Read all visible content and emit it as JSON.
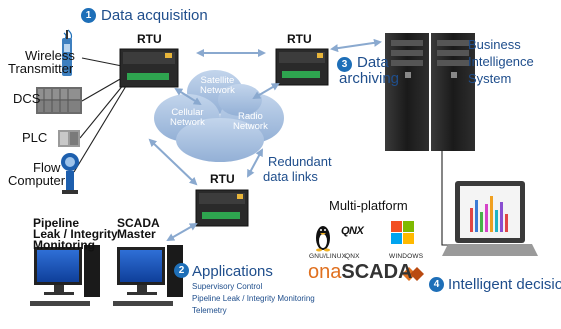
{
  "steps": {
    "s1": {
      "num": "1",
      "label": "Data acquisition"
    },
    "s2": {
      "num": "2",
      "label": "Applications"
    },
    "s3": {
      "num": "3",
      "label_line1": "Data",
      "label_line2": "archiving"
    },
    "s4": {
      "num": "4",
      "label": "Intelligent decisions"
    }
  },
  "rtu": {
    "top_left": "RTU",
    "top_right": "RTU",
    "bottom": "RTU"
  },
  "field_devices": {
    "wireless_line1": "Wireless",
    "wireless_line2": "Transmitter",
    "dcs": "DCS",
    "plc": "PLC",
    "flow_line1": "Flow",
    "flow_line2": "Computer"
  },
  "networks": {
    "satellite_line1": "Satellite",
    "satellite_line2": "Network",
    "cellular_line1": "Cellular",
    "cellular_line2": "Network",
    "radio_line1": "Radio",
    "radio_line2": "Network"
  },
  "redundant": {
    "line1": "Redundant",
    "line2": "data links"
  },
  "bi": {
    "line1": "Business",
    "line2": "Intelligence",
    "line3": "System"
  },
  "workstations": {
    "pipeline_line1": "Pipeline",
    "pipeline_line2": "Leak / Integrity",
    "pipeline_line3": "Monitoring",
    "scada_line1": "SCADA",
    "scada_line2": "Master"
  },
  "applications_list": [
    "Supervisory Control",
    "Pipeline Leak / Integrity Monitoring",
    "Telemetry"
  ],
  "platform": {
    "title": "Multi-platform",
    "os": [
      "GNU/LINUX",
      "QNX",
      "WINDOWS"
    ],
    "qnx_logo": "QNX",
    "brand_prefix": "ona",
    "brand_suffix": "SCADA"
  },
  "colors": {
    "text_blue": "#1f4e8c",
    "badge": "#1e6fb8",
    "arrow": "#8aa9cf",
    "cloud": "#a9c1df",
    "brand_orange": "#e0701f",
    "rtu_body": "#2a2a2a",
    "rtu_panel": "#2ea44f"
  }
}
